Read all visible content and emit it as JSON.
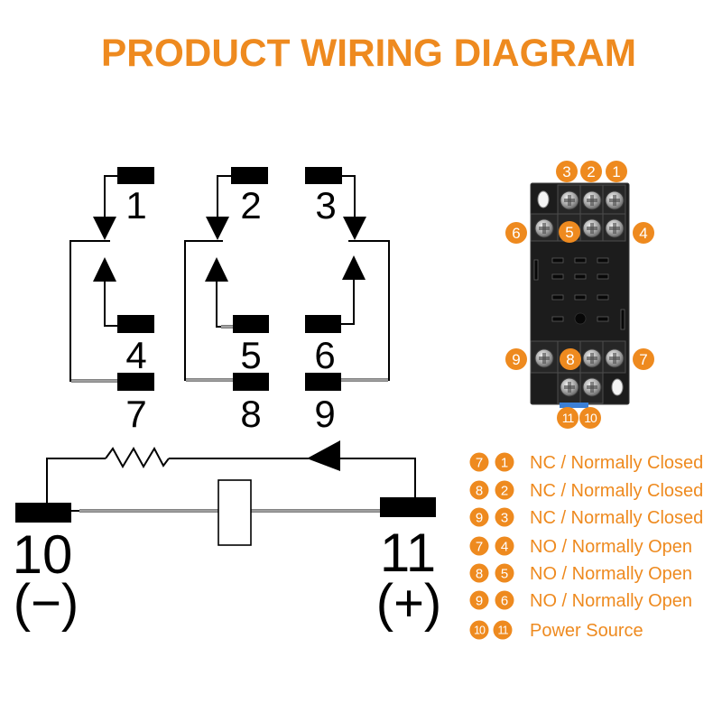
{
  "title": "PRODUCT WIRING DIAGRAM",
  "colors": {
    "accent": "#EE8A1F",
    "wire": "#000000",
    "gray_wire": "#B4B4B4",
    "socket_body": "#1C1C1C",
    "badge_text": "#FFFFFF"
  },
  "schematic": {
    "contact_terminals": {
      "t1": "1",
      "t2": "2",
      "t3": "3",
      "t4": "4",
      "t5": "5",
      "t6": "6",
      "t7": "7",
      "t8": "8",
      "t9": "9"
    },
    "coil": {
      "negative_terminal": "10",
      "positive_terminal": "11",
      "negative_polarity": "(−)",
      "positive_polarity": "(+)"
    }
  },
  "socket_photo": {
    "badges": {
      "top_row": [
        "3",
        "2",
        "1"
      ],
      "second_row": [
        "6",
        "5",
        "4"
      ],
      "third_row": [
        "9",
        "8",
        "7"
      ],
      "bottom_row": [
        "11",
        "10"
      ]
    }
  },
  "legend": [
    {
      "pins": [
        "7",
        "1"
      ],
      "label": "NC / Normally Closed"
    },
    {
      "pins": [
        "8",
        "2"
      ],
      "label": "NC / Normally Closed"
    },
    {
      "pins": [
        "9",
        "3"
      ],
      "label": "NC / Normally Closed"
    },
    {
      "pins": [
        "7",
        "4"
      ],
      "label": "NO / Normally Open"
    },
    {
      "pins": [
        "8",
        "5"
      ],
      "label": "NO / Normally Open"
    },
    {
      "pins": [
        "9",
        "6"
      ],
      "label": "NO / Normally Open"
    },
    {
      "pins": [
        "10",
        "11"
      ],
      "label": "Power Source"
    }
  ]
}
